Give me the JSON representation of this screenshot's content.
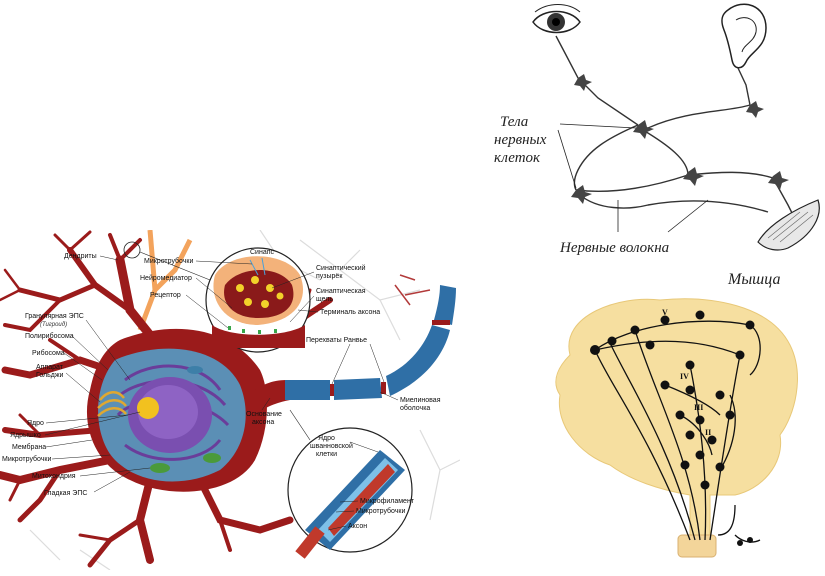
{
  "neuron_diagram": {
    "labels": {
      "dendrites": "Дендриты",
      "granular_er": "Гранулярная ЭПС",
      "granular_er_note": "(Тигроид)",
      "polyribosome": "Полирибосома",
      "ribosome": "Рибосома",
      "golgi_line1": "Аппарат",
      "golgi_line2": "Гольджи",
      "nucleus": "Ядро",
      "nucleolus": "Ядрышко",
      "membrane": "Мембрана",
      "microtubules_left": "Микротрубочки",
      "mitochondria": "Митохондрия",
      "smooth_er": "Гладкая ЭПС",
      "microtubules_top": "Микротрубочки",
      "neurotransmitter": "Нейромедиатор",
      "receptor": "Рецептор",
      "synapse": "Синапс",
      "synaptic_vesicle_line1": "Синаптический",
      "synaptic_vesicle_line2": "пузырёк",
      "synaptic_cleft_line1": "Синаптическая",
      "synaptic_cleft_line2": "щель",
      "axon_terminal": "Терминаль аксона",
      "ranvier_nodes": "Перехваты Ранвье",
      "axon_hillock_line1": "Основание",
      "axon_hillock_line2": "аксона",
      "myelin_line1": "Миелиновая",
      "myelin_line2": "оболочка",
      "schwann_line1": "Ядро",
      "schwann_line2": "шванновской",
      "schwann_line3": "клетки",
      "microfilament": "Микрофиламент",
      "microtubules_inset": "Микротрубочки",
      "axon": "Аксон"
    },
    "colors": {
      "cell_body": "#9b1b1b",
      "nucleus": "#6a3d9a",
      "myelin": "#2f6fa6",
      "dendrite_bg": "#f3a35c"
    }
  },
  "reflex_diagram": {
    "labels": {
      "cell_bodies_line1": "Тела",
      "cell_bodies_line2": "нервных",
      "cell_bodies_line3": "клеток",
      "nerve_fibers": "Нервные волокна",
      "muscle": "Мышца"
    },
    "icons": [
      "eye-icon",
      "ear-icon"
    ]
  },
  "brain_diagram": {
    "roman_labels": [
      "V",
      "IV",
      "III",
      "II"
    ],
    "colors": {
      "brain_fill": "#f6dfa0",
      "spine_fill": "#f3d59a"
    }
  }
}
